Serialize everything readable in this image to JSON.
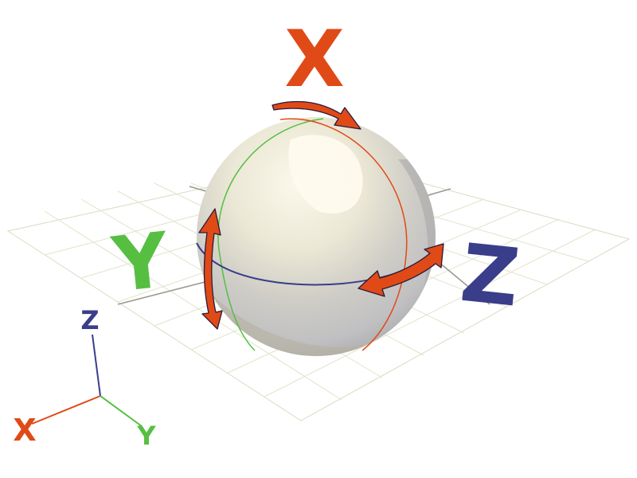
{
  "labels": {
    "rotation_x": "X",
    "rotation_y": "Y",
    "rotation_z": "Z",
    "axis_x": "X",
    "axis_y": "Y",
    "axis_z": "Z"
  },
  "colors": {
    "x_axis": "#e04a17",
    "y_axis": "#56bf42",
    "z_axis": "#393d8a",
    "arrow_fill": "#e04a17",
    "arrow_stroke": "#2a1a3a",
    "grid": "#e3e2cc",
    "grid_center": "#9a9a90",
    "sphere_light": "#f2efe2",
    "sphere_mid": "#c2c2c4",
    "sphere_shadow": "#b4ae9c"
  }
}
